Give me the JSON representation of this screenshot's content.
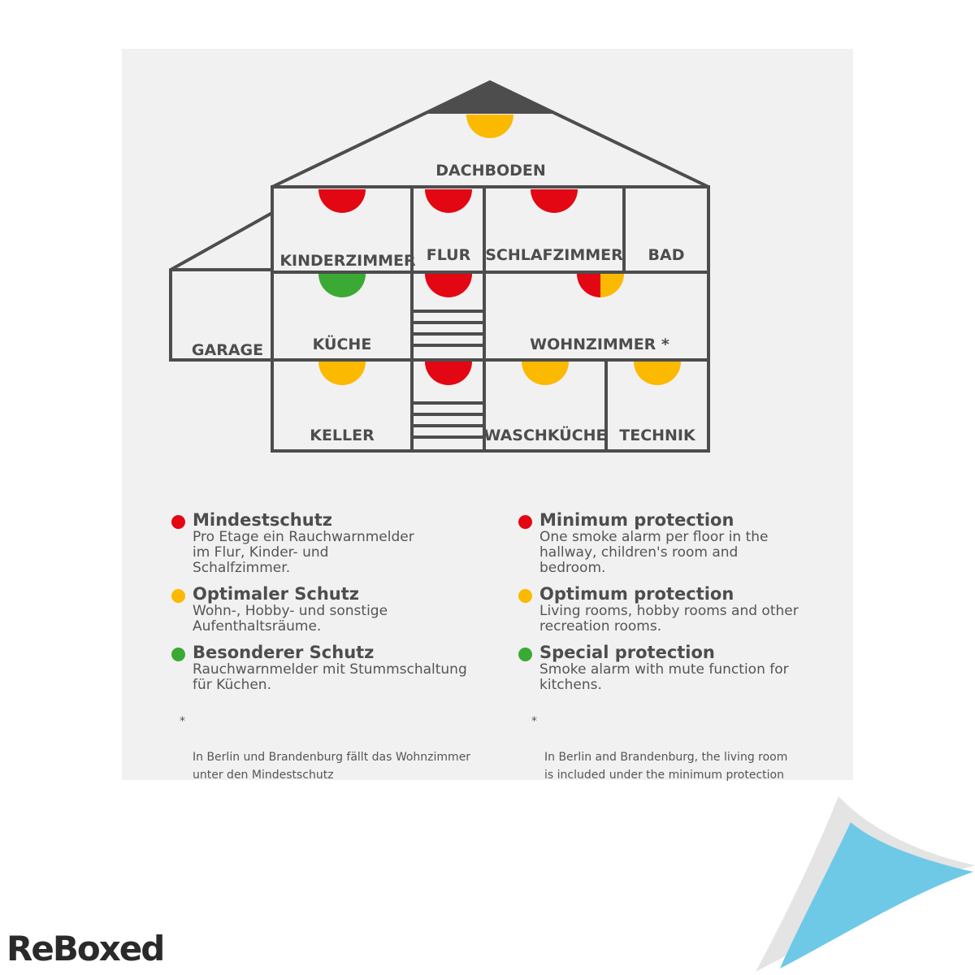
{
  "house": {
    "rooms": {
      "dachboden": "DACHBODEN",
      "kinderzimmer": "KINDERZIMMER",
      "flur": "FLUR",
      "schlafzimmer": "SCHLAFZIMMER",
      "bad": "BAD",
      "garage": "GARAGE",
      "kueche": "KÜCHE",
      "wohnzimmer": "WOHNZIMMER *",
      "keller": "KELLER",
      "waschkueche": "WASCHKÜCHE",
      "technik": "TECHNIK"
    }
  },
  "colors": {
    "red": "#e30613",
    "yellow": "#fbb900",
    "green": "#3aaa35",
    "outline": "#4d4d4d"
  },
  "legend_de": {
    "items": [
      {
        "title": "Mindestschutz",
        "desc": "Pro Etage ein Rauchwarnmelder\nim Flur, Kinder- und\nSchalfzimmer."
      },
      {
        "title": "Optimaler Schutz",
        "desc": "Wohn-, Hobby- und sonstige\nAufenthaltsräume."
      },
      {
        "title": "Besonderer Schutz",
        "desc": "Rauchwarnmelder mit Stummschaltung\nfür Küchen."
      }
    ],
    "footnote_star": "*",
    "footnote": "In Berlin und Brandenburg fällt das Wohnzimmer\nunter den Mindestschutz"
  },
  "legend_en": {
    "items": [
      {
        "title": "Minimum protection",
        "desc": "One smoke alarm per floor in the\nhallway, children's room and\nbedroom."
      },
      {
        "title": "Optimum protection",
        "desc": "Living rooms, hobby rooms and other\nrecreation rooms."
      },
      {
        "title": "Special protection",
        "desc": "Smoke alarm with mute function for\nkitchens."
      }
    ],
    "footnote_star": "*",
    "footnote": "In Berlin and Brandenburg, the living room\nis included under the minimum protection"
  },
  "brand": {
    "logo": "ReBoxed"
  }
}
